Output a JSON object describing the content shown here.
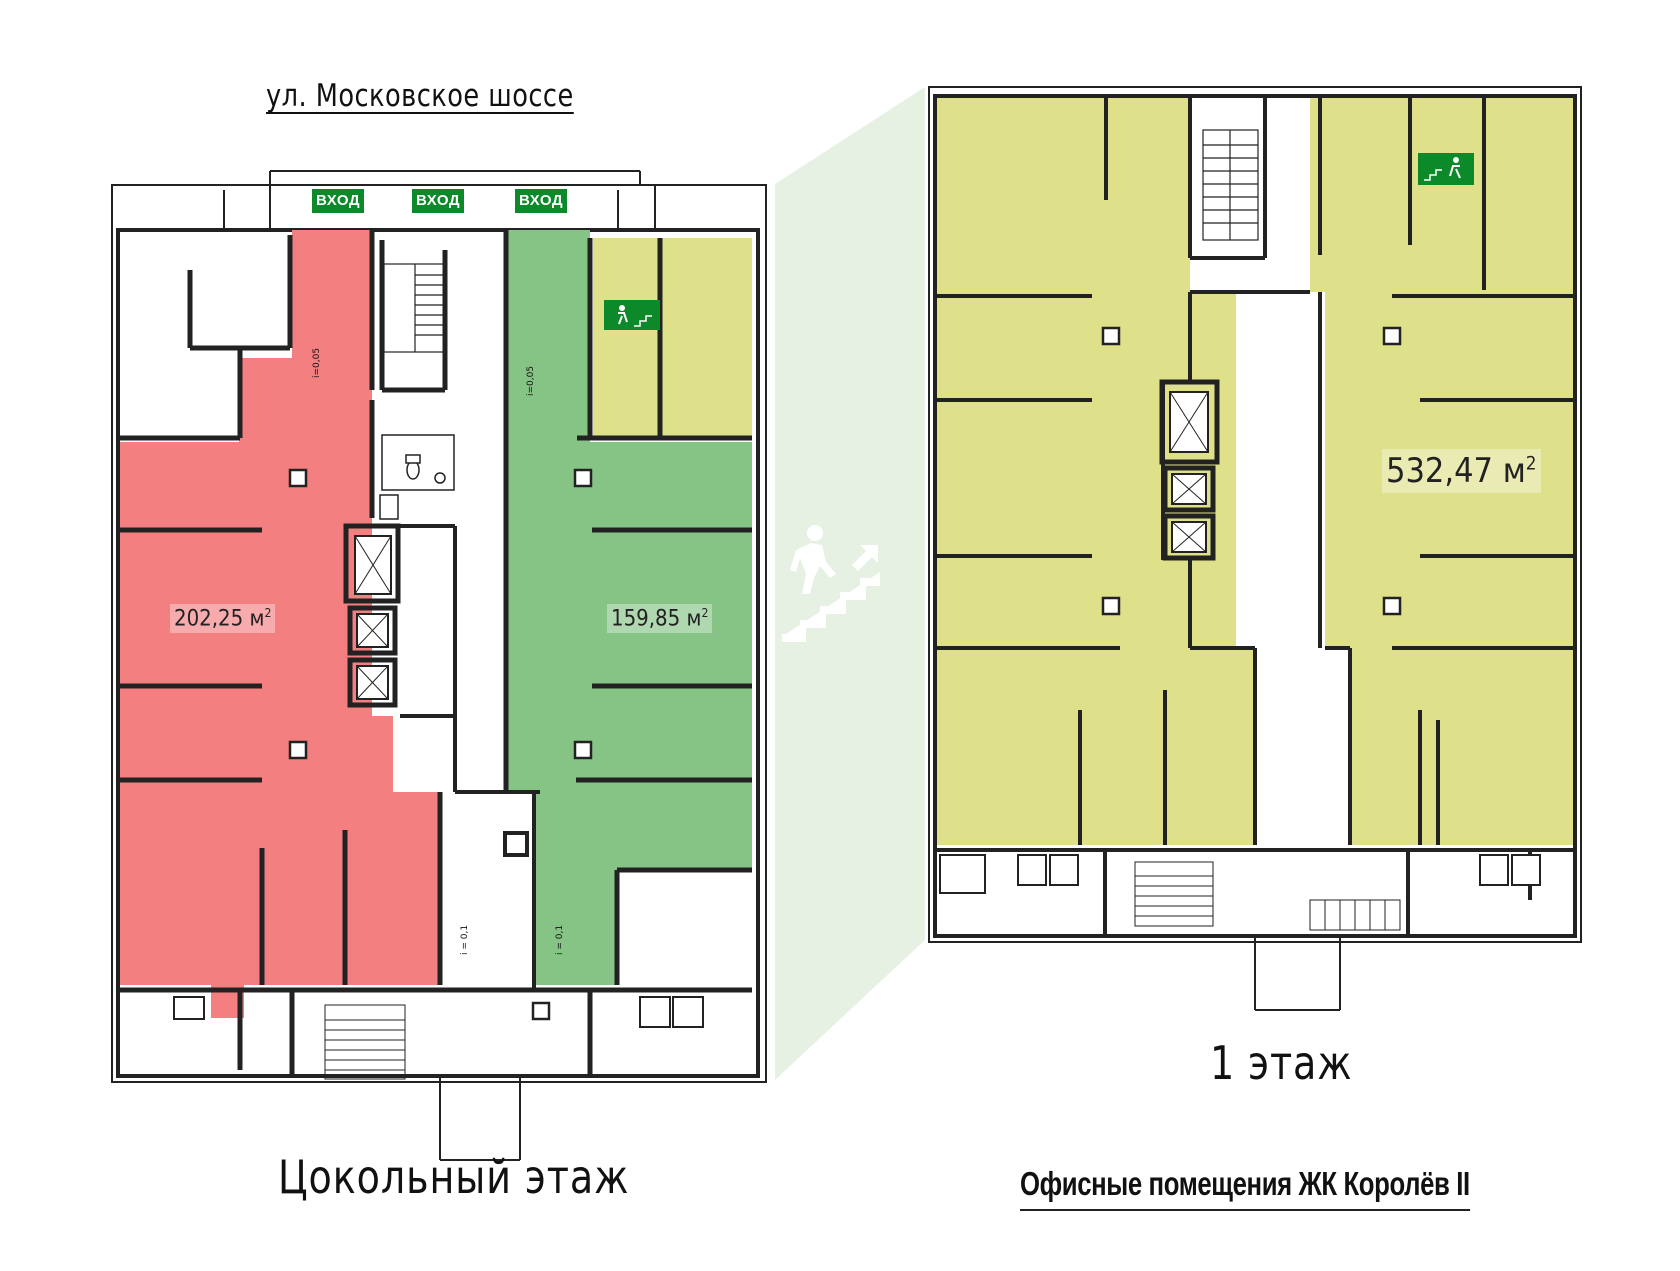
{
  "street_label": "ул. Московское шоссе",
  "basement": {
    "title": "Цокольный этаж",
    "entries": [
      "ВХОД",
      "ВХОД",
      "ВХОД"
    ],
    "units": [
      {
        "id": "red",
        "area_value": "202,25",
        "unit": "м",
        "unit_power": "2",
        "color": "#f47f80"
      },
      {
        "id": "green",
        "area_value": "159,85",
        "unit": "м",
        "unit_power": "2",
        "color": "#86c486"
      }
    ],
    "slopes": [
      "i=0,05",
      "i=0,05",
      "i = 0,1",
      "i = 0,1"
    ]
  },
  "floor1": {
    "title": "1 этаж",
    "units": [
      {
        "id": "yellow",
        "area_value": "532,47",
        "unit": "м",
        "unit_power": "2",
        "color": "#dfe08a"
      }
    ]
  },
  "project_title": "Офисные помещения ЖК Королёв II",
  "colors": {
    "wall": "#222222",
    "red_unit": "#f47f80",
    "green_unit": "#86c486",
    "yellow_unit": "#dfe08a",
    "exit_sign": "#0c8a2a",
    "connector": "#e6f1e4"
  },
  "icons": [
    "exit-sign-icon",
    "stairs-up-icon",
    "elevator-icon",
    "toilet-icon",
    "column-icon"
  ]
}
